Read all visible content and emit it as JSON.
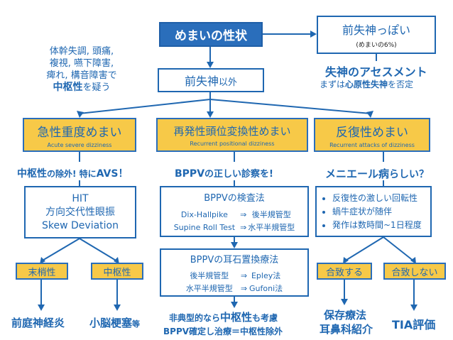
{
  "top": {
    "title": "めまいの性状"
  },
  "presyncope": {
    "title": "前失神っぽい",
    "sub": "(めまいの6%)"
  },
  "assessment": {
    "title": "失神のアセスメント",
    "sub_prefix": "まずは",
    "sub_em": "心原性失神",
    "sub_suffix": "を否定"
  },
  "left_note": {
    "lines": [
      "体幹失調, 頭痛,",
      "複視, 嚥下障害,",
      "痺れ, 構音障害で"
    ],
    "last_em": "中枢性",
    "last_suffix": "を疑う"
  },
  "non_presyncope": {
    "em": "前失神",
    "suffix": "以外"
  },
  "categories": [
    {
      "jp": "急性重度めまい",
      "en": "Acute severe dizziness"
    },
    {
      "jp": "再発性頭位変換性めまい",
      "en": "Recurrent positional dizziness"
    },
    {
      "jp": "反復性めまい",
      "en": "Recurrent attacks of dizziness"
    }
  ],
  "headings": {
    "left": {
      "em1": "中枢性",
      "t1": "の除外! 特に",
      "em2": "AVS",
      "t2": "！"
    },
    "mid": {
      "em": "BPPV",
      "t": "の正しい診察を!"
    },
    "right": {
      "em": "メニエール病",
      "t": "らしい？"
    }
  },
  "hit_box": {
    "lines": [
      "HIT",
      "方向交代性眼振",
      "Skew Deviation"
    ]
  },
  "bppv_exam": {
    "title": "BPPVの検査法",
    "rows": [
      {
        "test": "Dix-Hallpike",
        "arrow": "⇒",
        "result": "後半規管型"
      },
      {
        "test": "Supine Roll Test",
        "arrow": "⇒",
        "result": "水平半規管型"
      }
    ]
  },
  "meniere_box": {
    "items": [
      "反復性の激しい回転性",
      "蝸牛症状が随伴",
      "発作は数時間~1日程度"
    ]
  },
  "peripheral": {
    "label": "末梢性"
  },
  "central": {
    "label": "中枢性"
  },
  "bppv_treat": {
    "title": "BPPVの耳石置換療法",
    "rows": [
      {
        "type": "後半規管型",
        "arrow": "⇒",
        "method": "Epley法"
      },
      {
        "type": "水平半規管型",
        "arrow": "⇒",
        "method": "Gufoni法"
      }
    ]
  },
  "match": {
    "label": "合致する"
  },
  "nomatch": {
    "label": "合致しない"
  },
  "outcomes": {
    "vestibular": "前庭神経炎",
    "cerebellar": "小脳梗塞",
    "cerebellar_suffix": "等",
    "atypical_l1_prefix": "非典型的なら",
    "atypical_l1_em": "中枢性",
    "atypical_l1_suffix": "も考慮",
    "atypical_l2": "BPPV確定し治療＝中枢性除外",
    "conservative_l1": "保存療法",
    "conservative_l2": "耳鼻科紹介",
    "tia": "TIA評価"
  },
  "colors": {
    "blue": "#2a6ebb",
    "gold": "#f7c948",
    "line": "#1f67b1"
  }
}
